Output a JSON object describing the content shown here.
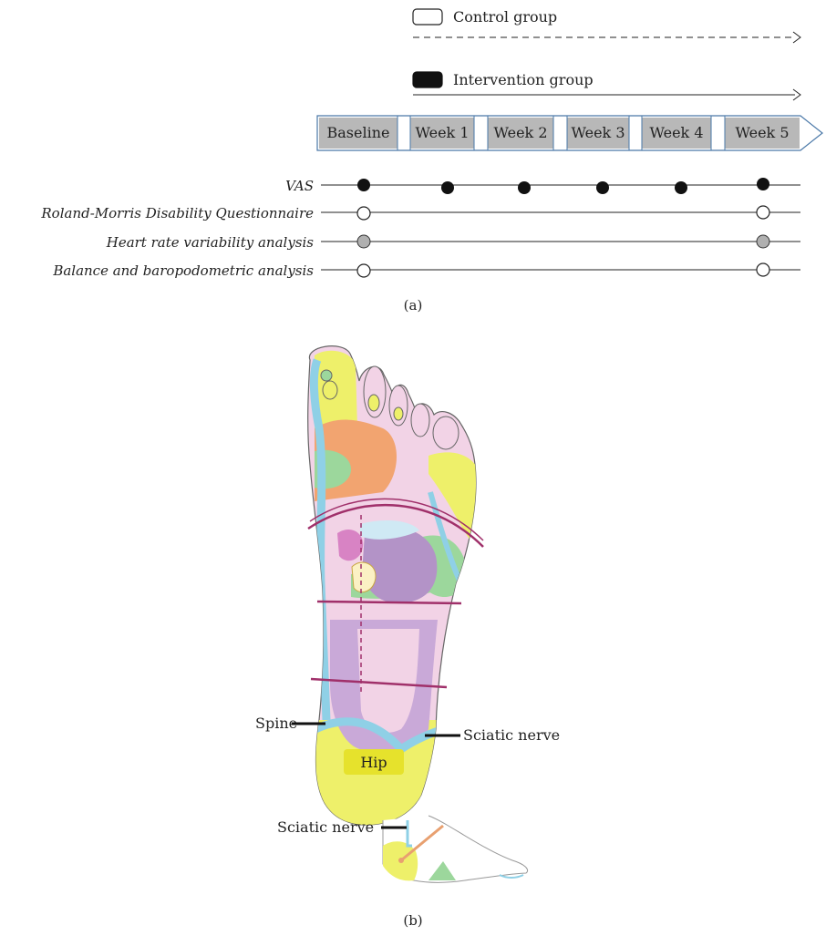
{
  "legend": {
    "control": "Control group",
    "intervention": "Intervention group"
  },
  "timeline": [
    "Baseline",
    "Week 1",
    "Week 2",
    "Week 3",
    "Week 4",
    "Week 5"
  ],
  "measures": [
    {
      "label": "VAS",
      "marker": "black",
      "points": [
        "Baseline",
        "Week 1",
        "Week 2",
        "Week 3",
        "Week 4",
        "Week 5"
      ]
    },
    {
      "label": "Roland-Morris Disability Questionnaire",
      "marker": "white",
      "points": [
        "Baseline",
        "Week 5"
      ]
    },
    {
      "label": "Heart rate variability analysis",
      "marker": "gray",
      "points": [
        "Baseline",
        "Week 5"
      ]
    },
    {
      "label": "Balance and baropodometric analysis",
      "marker": "white",
      "points": [
        "Baseline",
        "Week 5"
      ]
    }
  ],
  "panel_a": "(a)",
  "panel_b": "(b)",
  "foot_labels": {
    "spine": "Spine",
    "sciatic_nerve": "Sciatic nerve",
    "hip": "Hip",
    "sciatic_nerve_side": "Sciatic nerve"
  },
  "colors": {
    "timeline_fill": "#b8b8b8",
    "timeline_border": "#4a78a8",
    "marker_black": "#111111",
    "marker_gray": "#b0b0b0",
    "foot_pink": "#f2d3e6",
    "foot_blue": "#8fd0e6",
    "foot_yellow": "#eef06a",
    "foot_orange": "#f2a470",
    "foot_green": "#9cd79c",
    "foot_purple": "#b393c7",
    "hip_box": "#e6e22c",
    "reflex_line": "#a0306a"
  }
}
